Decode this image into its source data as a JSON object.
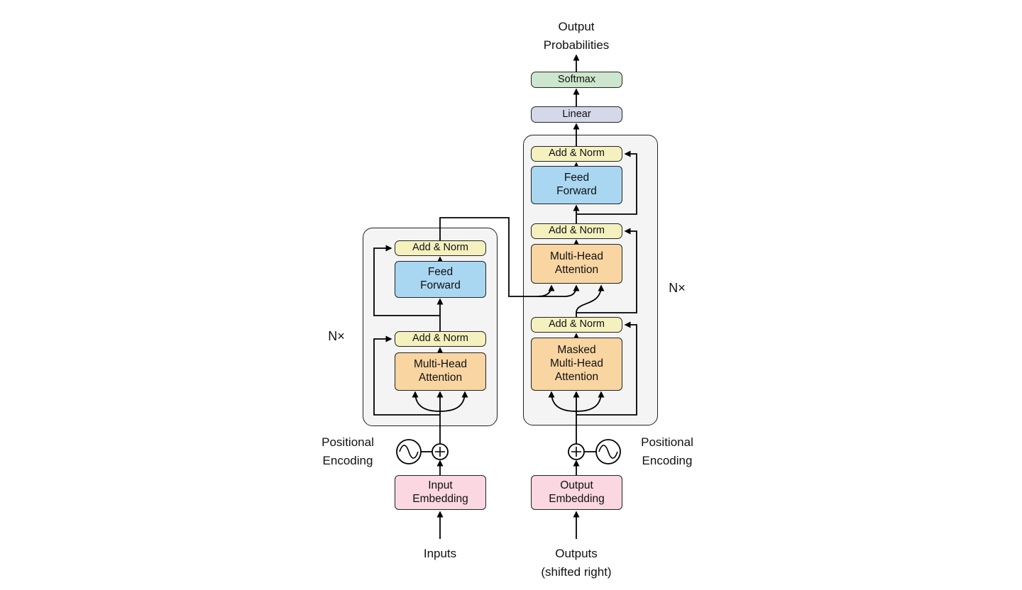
{
  "diagram": {
    "labels": {
      "output_probabilities": "Output\nProbabilities",
      "softmax": "Softmax",
      "linear": "Linear",
      "add_norm": "Add & Norm",
      "feed_forward": "Feed\nForward",
      "multi_head_attention": "Multi-Head\nAttention",
      "masked_multi_head_attention": "Masked\nMulti-Head\nAttention",
      "input_embedding": "Input\nEmbedding",
      "output_embedding": "Output\nEmbedding",
      "positional_encoding": "Positional\nEncoding",
      "inputs": "Inputs",
      "outputs_shifted_right": "Outputs\n(shifted right)",
      "n_times": "N×"
    },
    "colors": {
      "add_norm": "#F4F1BF",
      "feed_forward": "#A9D7F1",
      "attention": "#F9D5A2",
      "embedding": "#FAD7E1",
      "softmax": "#CDE6CE",
      "linear": "#D5D8E8",
      "container": "#F4F4F5",
      "line": "#000000"
    }
  }
}
